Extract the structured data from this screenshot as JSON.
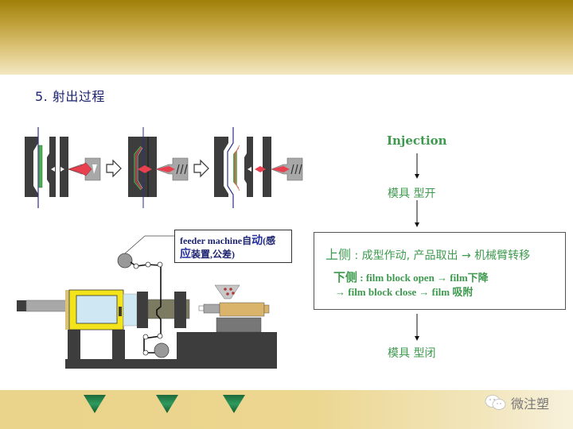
{
  "header": {
    "title": "5. 射出过程"
  },
  "mold_sequence": {
    "steps": [
      {
        "name": "mold-open-film-in-place"
      },
      {
        "name": "mold-closed-injection"
      },
      {
        "name": "mold-open-product-release"
      }
    ],
    "colors": {
      "mold": "#3d3d3d",
      "film_line": "#2a2f8a",
      "film_green": "#4caf50",
      "melt": "#e8404f",
      "nozzle": "#a8a8a8"
    }
  },
  "machine": {
    "feeder_label": {
      "part1": "feeder machine自",
      "part1_hl": "动",
      "part2": "(感",
      "part3_hl": "应",
      "part4": "装置,公差)"
    },
    "colors": {
      "frame": "#3d3d3d",
      "clamp_housing": "#f2e31a",
      "window": "#cfe6f3",
      "barrel": "#d9b46a",
      "tie_bar": "#7d7a62"
    }
  },
  "flow": {
    "start": "Injection",
    "step_open": "模具  型开",
    "box": {
      "upper_label": "上侧",
      "upper_text": " : 成型作动, 产品取出 → 机械臂转移",
      "lower_label": "下侧",
      "lower_text1": " : film block open → film下降",
      "lower_text2": "→ film block close → film 吸附"
    },
    "step_close": "模具 型闭",
    "text_color": "#3e9a4e"
  },
  "footer": {
    "nav_markers": 3,
    "watermark": "微注塑"
  }
}
